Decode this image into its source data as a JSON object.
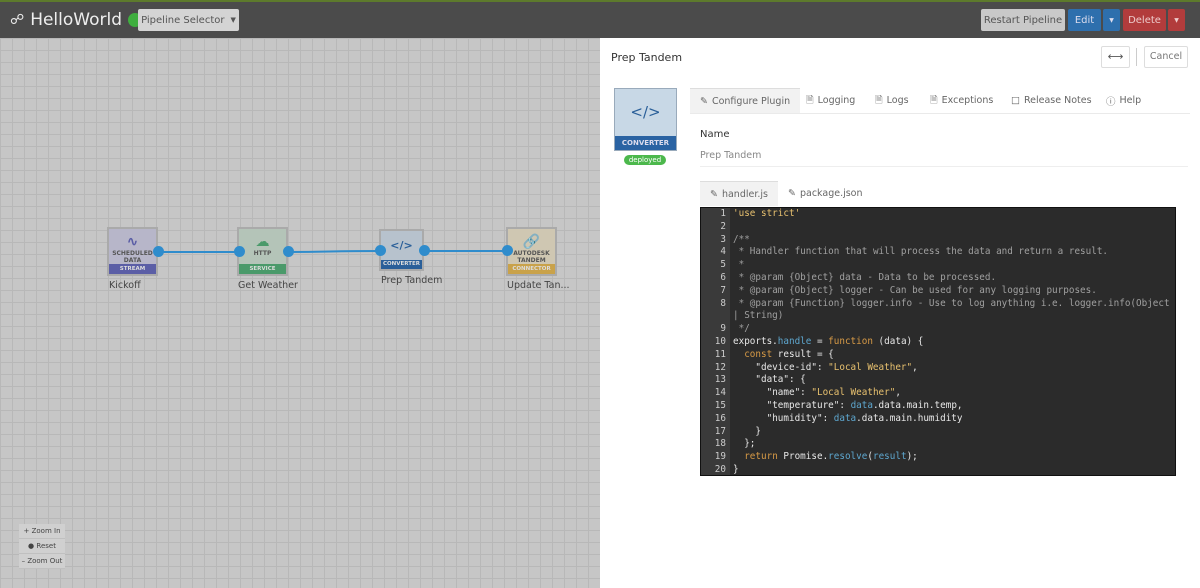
{
  "header": {
    "app_name": "HelloWorld",
    "pipeline_selector": "Pipeline Selector",
    "restart": "Restart Pipeline",
    "edit": "Edit",
    "delete": "Delete"
  },
  "canvas": {
    "nodes": [
      {
        "title": "SCHEDULED DATA",
        "type": "STREAM",
        "label": "Kickoff",
        "color": "#5b5ea6",
        "icon": "pulse-icon"
      },
      {
        "title": "HTTP",
        "type": "SERVICE",
        "label": "Get Weather",
        "color": "#4a9a6a",
        "icon": "cloud-gear-icon"
      },
      {
        "title": "",
        "type": "CONVERTER",
        "label": "Prep Tandem",
        "color": "#2a5f99",
        "icon": "code-icon"
      },
      {
        "title": "AUTODESK TANDEM",
        "type": "CONNECTOR",
        "label": "Update Tan...",
        "color": "#c9a24a",
        "icon": "link-icon"
      }
    ],
    "zoom": {
      "in": "Zoom In",
      "reset": "Reset",
      "out": "Zoom Out"
    }
  },
  "panel": {
    "title": "Prep Tandem",
    "cancel": "Cancel",
    "plugin_type": "CONVERTER",
    "status": "deployed",
    "tabs": [
      "Configure Plugin",
      "Logging",
      "Logs",
      "Exceptions",
      "Release Notes",
      "Help"
    ],
    "name_label": "Name",
    "name_value": "Prep Tandem",
    "code_tabs": [
      "handler.js",
      "package.json"
    ],
    "code": [
      [
        [
          "'use strict'",
          "s"
        ]
      ],
      [],
      [
        [
          "/**",
          "c"
        ]
      ],
      [
        [
          " * Handler function that will process the data and return a result.",
          "c"
        ]
      ],
      [
        [
          " *",
          "c"
        ]
      ],
      [
        [
          " * @param {Object} data - Data to be processed.",
          "c"
        ]
      ],
      [
        [
          " * @param {Object} logger - Can be used for any logging purposes.",
          "c"
        ]
      ],
      [
        [
          " * @param {Function} logger.info - Use to log anything i.e. logger.info(Object | String)",
          "c"
        ]
      ],
      [
        [
          " */",
          "c"
        ]
      ],
      [
        [
          "exports.",
          ""
        ],
        [
          "handle",
          "p"
        ],
        [
          " = ",
          ""
        ],
        [
          "function",
          "k"
        ],
        [
          " (data) {",
          ""
        ]
      ],
      [
        [
          "  ",
          ""
        ],
        [
          "const",
          "k"
        ],
        [
          " result = {",
          ""
        ]
      ],
      [
        [
          "    \"device-id\": ",
          ""
        ],
        [
          "\"Local Weather\"",
          "s"
        ],
        [
          ",",
          ""
        ]
      ],
      [
        [
          "    \"data\": {",
          ""
        ]
      ],
      [
        [
          "      \"name\": ",
          ""
        ],
        [
          "\"Local Weather\"",
          "s"
        ],
        [
          ",",
          ""
        ]
      ],
      [
        [
          "      \"temperature\": ",
          ""
        ],
        [
          "data",
          "p"
        ],
        [
          ".data.main.temp,",
          ""
        ]
      ],
      [
        [
          "      \"humidity\": ",
          ""
        ],
        [
          "data",
          "p"
        ],
        [
          ".data.main.humidity",
          ""
        ]
      ],
      [
        [
          "    }",
          ""
        ]
      ],
      [
        [
          "  };",
          ""
        ]
      ],
      [
        [
          "  ",
          ""
        ],
        [
          "return",
          "k"
        ],
        [
          " Promise.",
          ""
        ],
        [
          "resolve",
          "p"
        ],
        [
          "(",
          ""
        ],
        [
          "result",
          "p"
        ],
        [
          ");",
          ""
        ]
      ],
      [
        [
          "}",
          ""
        ]
      ]
    ]
  }
}
